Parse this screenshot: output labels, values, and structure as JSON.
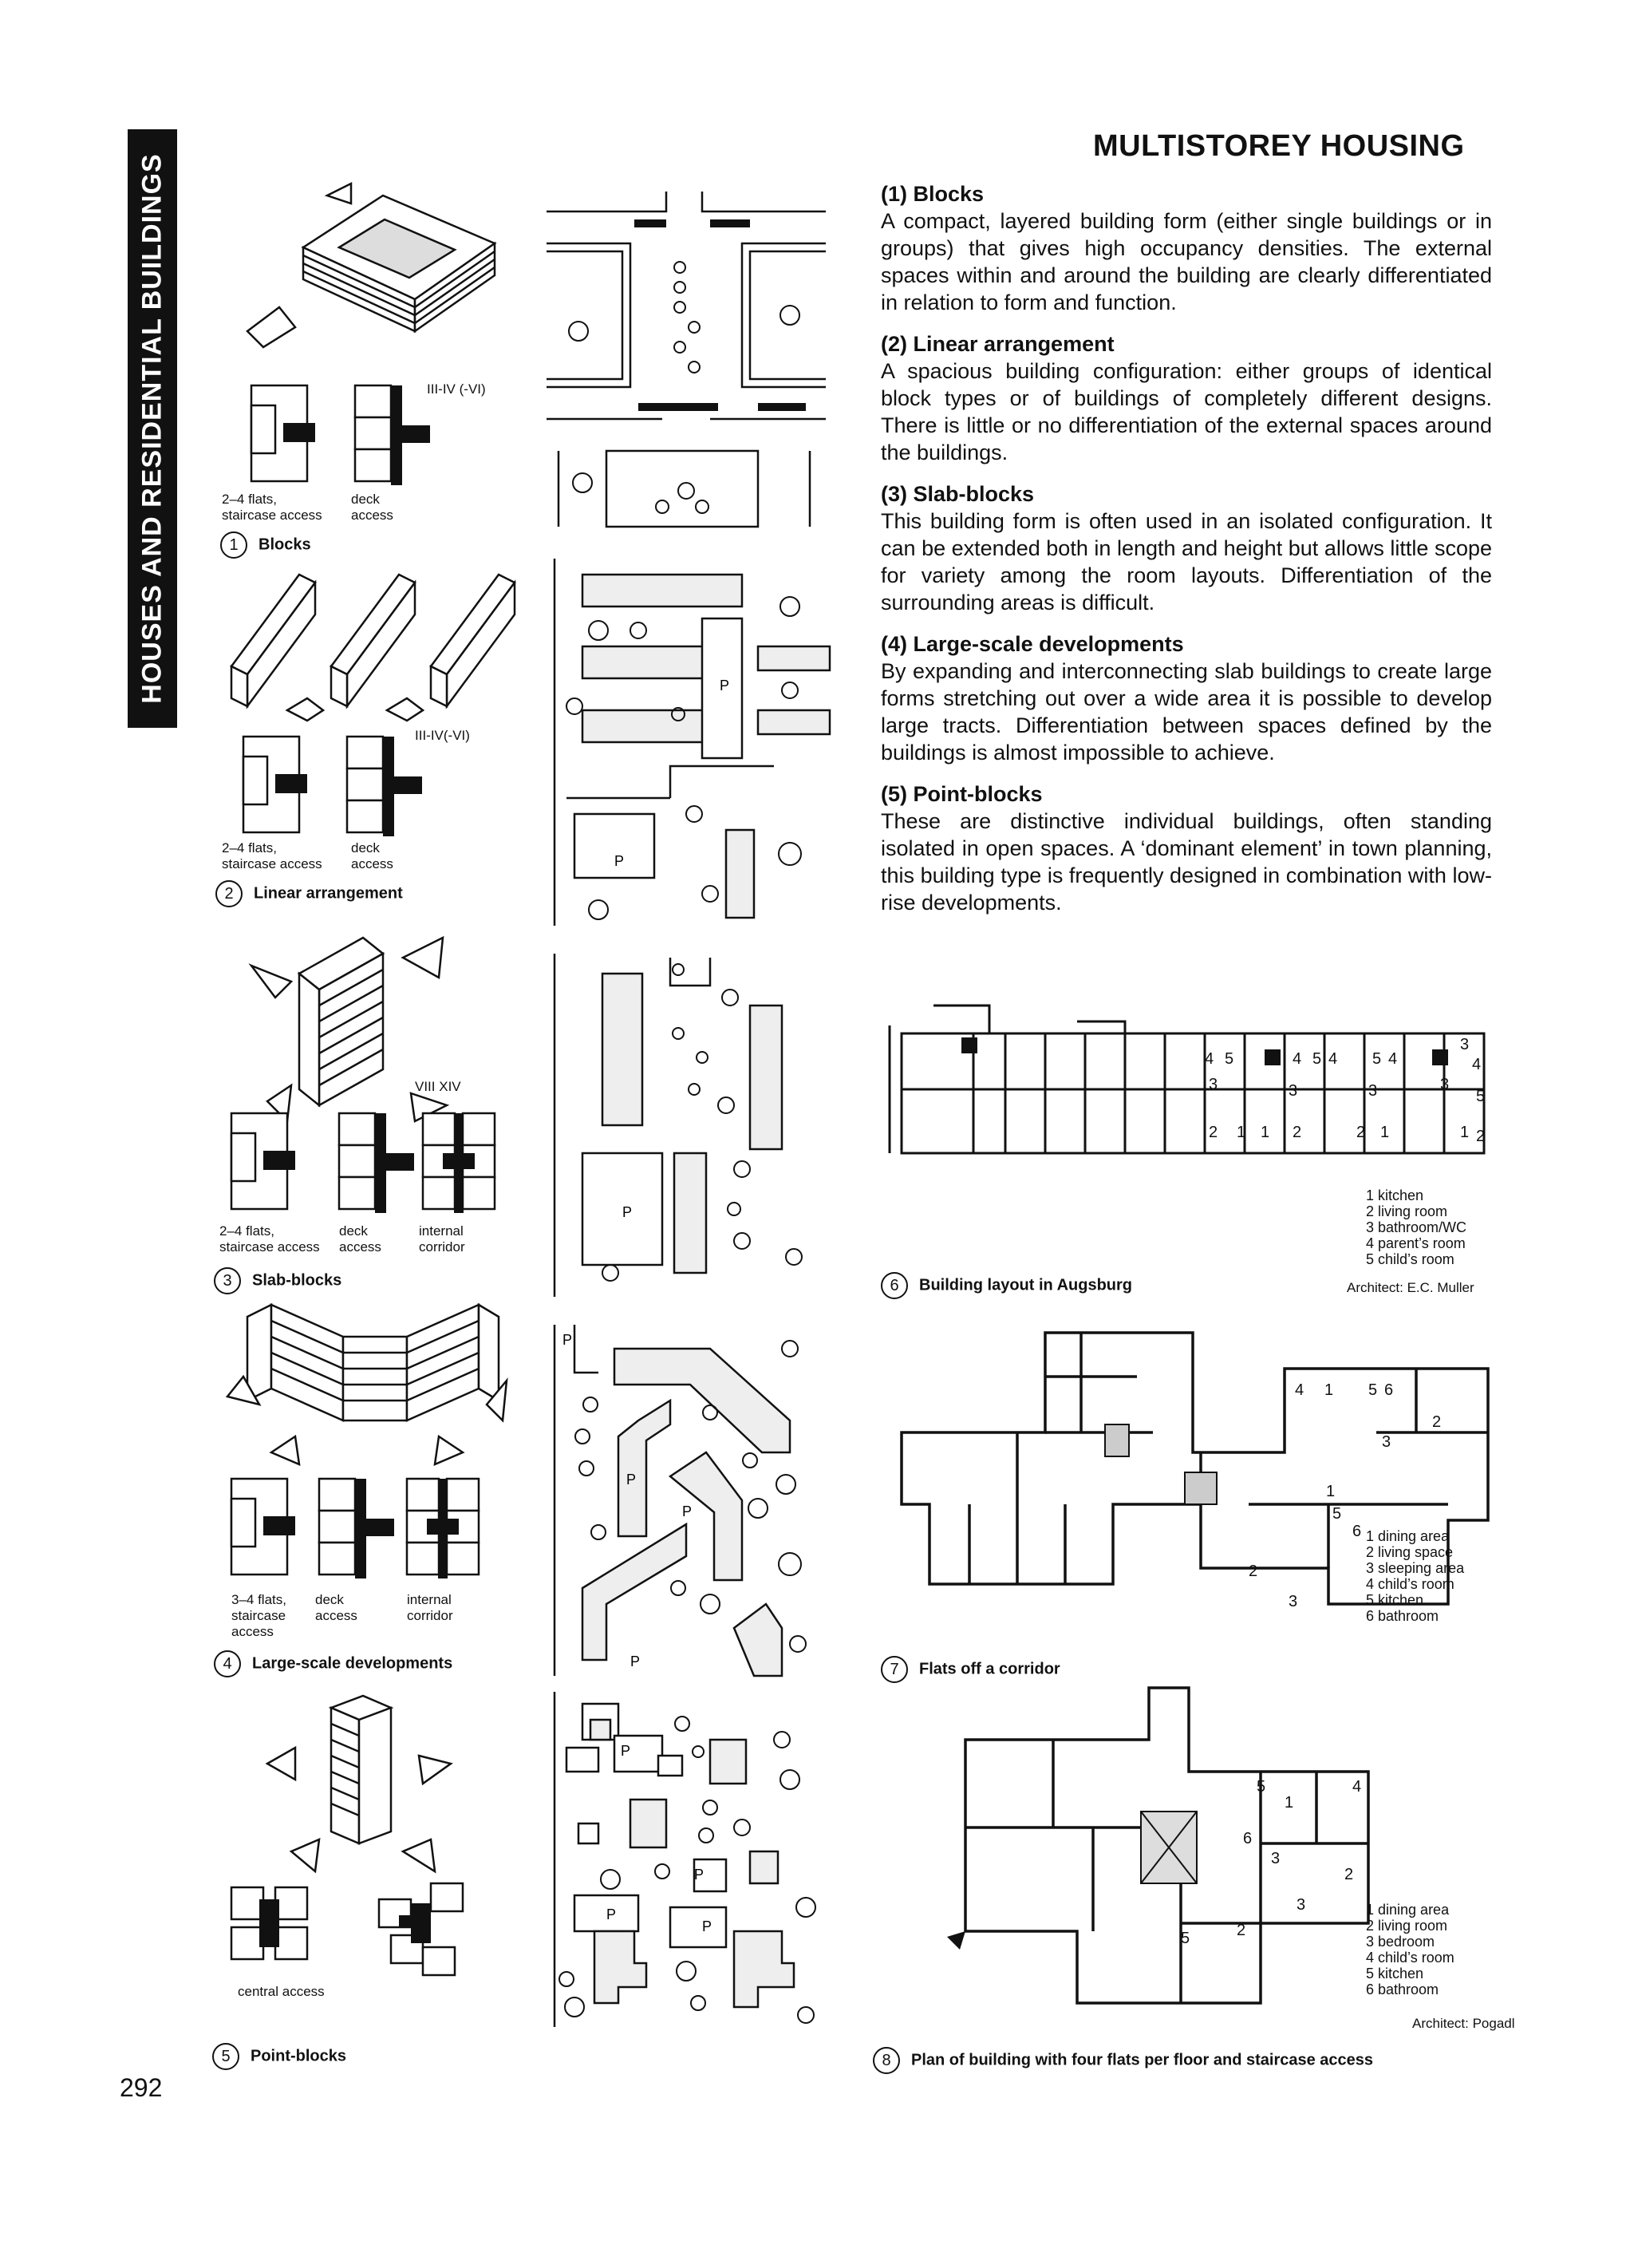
{
  "sidebar": {
    "label": "HOUSES AND RESIDENTIAL BUILDINGS"
  },
  "page": {
    "title": "MULTISTOREY HOUSING",
    "number": "292"
  },
  "sections": [
    {
      "heading": "(1) Blocks",
      "body": "A compact, layered building form (either single buildings or in groups) that gives high occupancy densities. The external spaces within and around the building are clearly differentiated in relation to form and function."
    },
    {
      "heading": "(2) Linear arrangement",
      "body": "A spacious building configuration: either groups of identical block types or of buildings of completely different designs. There is little or no differentiation of the external spaces around the buildings."
    },
    {
      "heading": "(3) Slab-blocks",
      "body": "This building form is often used in an isolated configuration. It can be extended both in length and height but allows little scope for variety among the room layouts. Differentiation of the surrounding areas is difficult."
    },
    {
      "heading": "(4) Large-scale developments",
      "body": "By expanding and interconnecting slab buildings to create large forms stretching out over a wide area it is possible to develop large tracts. Differentiation between spaces defined by the buildings is almost impossible to achieve."
    },
    {
      "heading": "(5) Point-blocks",
      "body": "These are distinctive individual buildings, often standing isolated in open spaces. A ‘dominant element’ in town planning, this building type is frequently designed in combination with low-rise developments."
    }
  ],
  "figures": {
    "f1": {
      "num": "1",
      "caption": "Blocks",
      "label_a": "2–4 flats,",
      "label_a2": "staircase access",
      "label_b": "deck",
      "label_b2": "access",
      "storeys": "III-IV (-VI)"
    },
    "f2": {
      "num": "2",
      "caption": "Linear arrangement",
      "label_a": "2–4 flats,",
      "label_a2": "staircase access",
      "label_b": "deck",
      "label_b2": "access",
      "storeys": "III-IV(-VI)"
    },
    "f3": {
      "num": "3",
      "caption": "Slab-blocks",
      "label_a": "2–4 flats,",
      "label_a2": "staircase access",
      "label_b": "deck",
      "label_b2": "access",
      "label_c": "internal",
      "label_c2": "corridor",
      "storeys": "VIII   XIV"
    },
    "f4": {
      "num": "4",
      "caption": "Large-scale developments",
      "label_a": "3–4 flats,",
      "label_a2": "staircase",
      "label_a3": "access",
      "label_b": "deck",
      "label_b2": "access",
      "label_c": "internal",
      "label_c2": "corridor"
    },
    "f5": {
      "num": "5",
      "caption": "Point-blocks",
      "label_a": "central access"
    },
    "f6": {
      "num": "6",
      "caption": "Building layout in Augsburg",
      "architect": "Architect: E.C. Muller",
      "legend": [
        "1  kitchen",
        "2  living room",
        "3  bathroom/WC",
        "4  parent’s room",
        "5  child’s room"
      ]
    },
    "f7": {
      "num": "7",
      "caption": "Flats off a corridor",
      "legend": [
        "1  dining area",
        "2  living space",
        "3  sleeping area",
        "4  child’s room",
        "5  kitchen",
        "6  bathroom"
      ]
    },
    "f8": {
      "num": "8",
      "caption": "Plan of building with four flats per floor and staircase access",
      "architect": "Architect: Pogadl",
      "legend": [
        "1  dining area",
        "2  living room",
        "3  bedroom",
        "4  child’s room",
        "5  kitchen",
        "6  bathroom"
      ]
    }
  },
  "map_label": "P"
}
